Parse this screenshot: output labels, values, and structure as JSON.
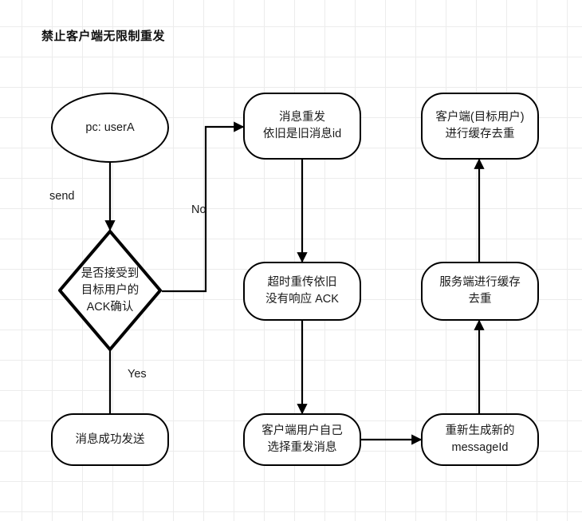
{
  "diagram": {
    "title": "禁止客户端无限制重发",
    "stroke_color": "#000000",
    "text_color": "#1a1a1a",
    "background": "#ffffff",
    "grid_color": "#ececec"
  },
  "nodes": {
    "start": {
      "label": "pc:  userA",
      "shape": "ellipse"
    },
    "decision": {
      "label": "是否接受到\n目标用户的\nACK确认",
      "shape": "diamond"
    },
    "success": {
      "label": "消息成功发送",
      "shape": "rounded"
    },
    "resend_same_id": {
      "label": "消息重发\n依旧是旧消息id",
      "shape": "rounded"
    },
    "timeout_no_ack": {
      "label": "超时重传依旧\n没有响应 ACK",
      "shape": "rounded"
    },
    "user_manual_resend": {
      "label": "客户端用户自己\n选择重发消息",
      "shape": "rounded"
    },
    "regenerate_message_id": {
      "label": "重新生成新的\nmessageId",
      "shape": "rounded"
    },
    "server_dedup": {
      "label": "服务端进行缓存\n去重",
      "shape": "rounded"
    },
    "client_dedup": {
      "label": "客户端(目标用户)\n进行缓存去重",
      "shape": "rounded"
    }
  },
  "edge_labels": {
    "send": "send",
    "no": "No",
    "yes": "Yes"
  }
}
